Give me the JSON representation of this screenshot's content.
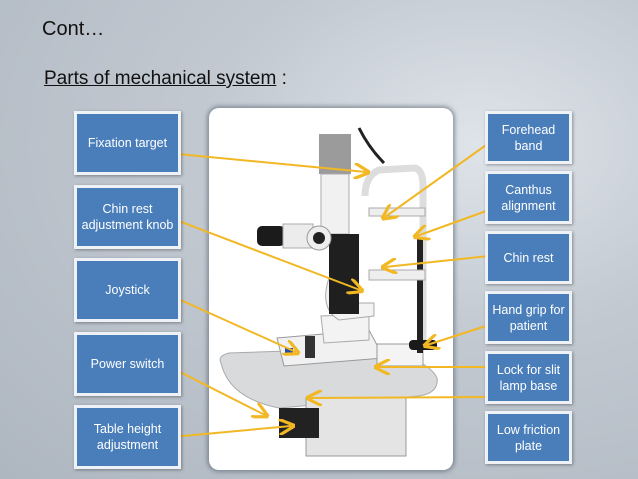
{
  "slide": {
    "title": "Cont…",
    "subtitle": "Parts of mechanical system",
    "subtitle_suffix": " :"
  },
  "labels_left": [
    "Fixation target",
    "Chin rest adjustment knob",
    "Joystick",
    "Power switch",
    "Table height adjustment"
  ],
  "labels_right": [
    "Forehead band",
    "Canthus alignment",
    "Chin rest",
    "Hand grip for patient",
    "Lock for slit lamp base",
    "Low friction plate"
  ],
  "colors": {
    "box": "#4a7ebb",
    "arrow": "#f2b824"
  }
}
